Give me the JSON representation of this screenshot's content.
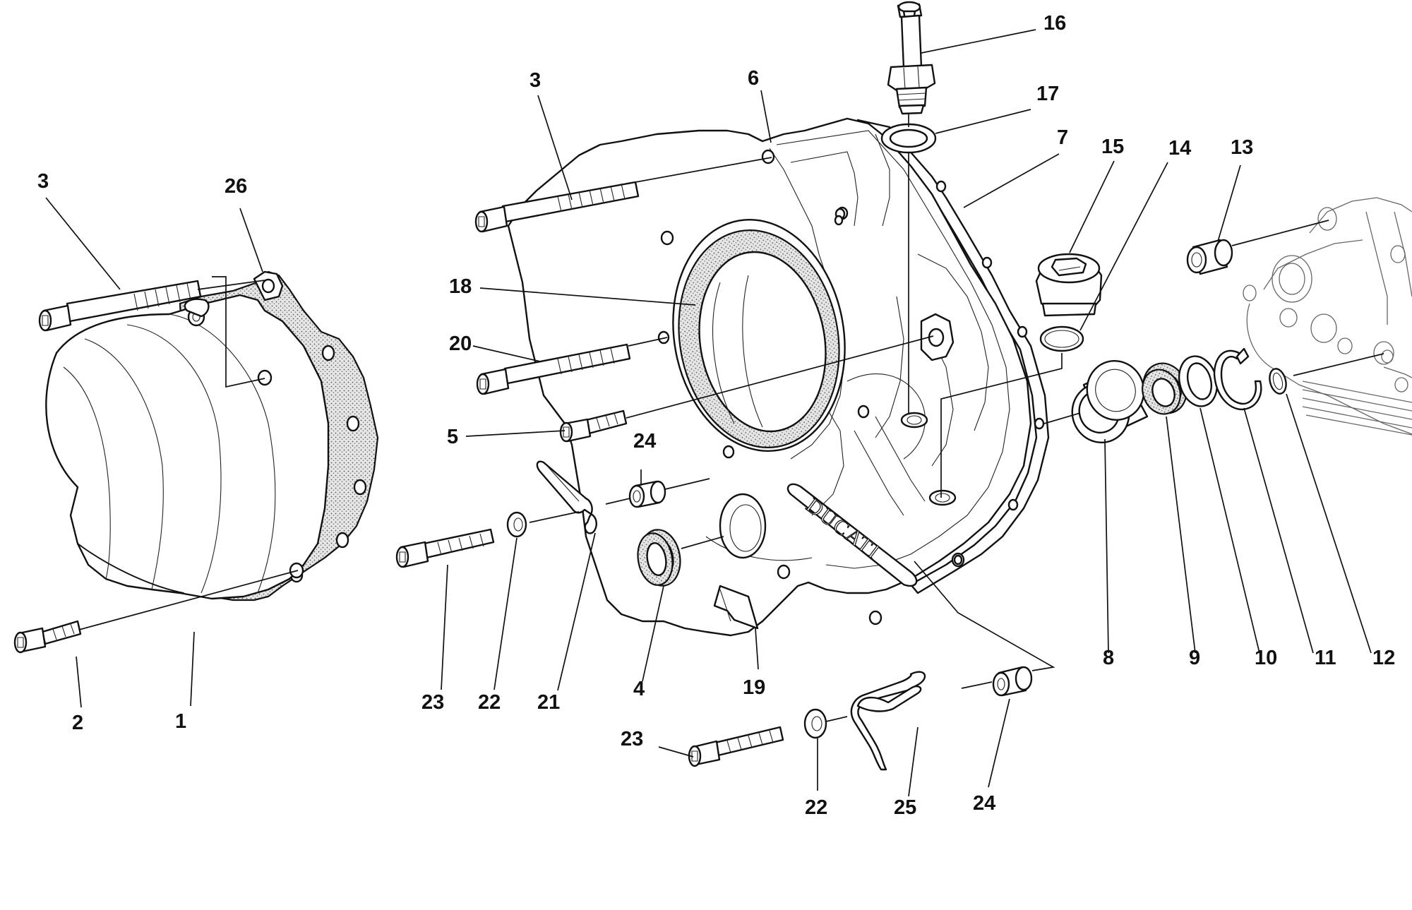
{
  "labels": {
    "l1": "1",
    "l2": "2",
    "l3a": "3",
    "l3b": "3",
    "l4": "4",
    "l5": "5",
    "l6": "6",
    "l7": "7",
    "l8": "8",
    "l9": "9",
    "l10": "10",
    "l11": "11",
    "l12": "12",
    "l13": "13",
    "l14": "14",
    "l15": "15",
    "l16": "16",
    "l17": "17",
    "l18": "18",
    "l19": "19",
    "l20": "20",
    "l21": "21",
    "l22a": "22",
    "l22b": "22",
    "l23a": "23",
    "l23b": "23",
    "l24a": "24",
    "l24b": "24",
    "l25": "25",
    "l26": "26"
  },
  "cover_logo": "DUCATI"
}
